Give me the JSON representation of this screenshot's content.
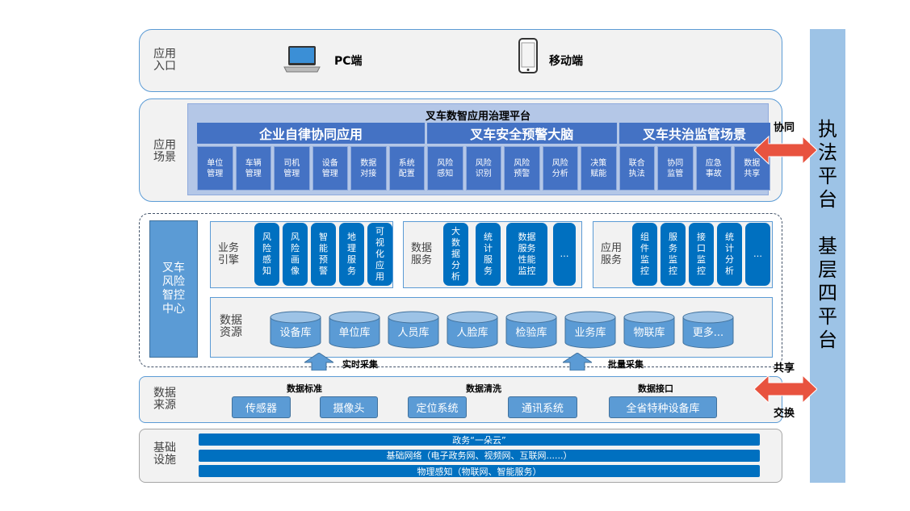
{
  "entry": {
    "label": "应用\n入口",
    "pc": "PC端",
    "mobile": "移动端"
  },
  "scene": {
    "label": "应用\n场景",
    "platform_title": "叉车数智应用治理平台",
    "groups": [
      {
        "title": "企业自律协同应用",
        "items": [
          "单位\n管理",
          "车辆\n管理",
          "司机\n管理",
          "设备\n管理",
          "数据\n对接",
          "系统\n配置"
        ]
      },
      {
        "title": "叉车安全预警大脑",
        "items": [
          "风险\n感知",
          "风险\n识别",
          "风险\n预警",
          "风险\n分析",
          "决策\n赋能"
        ]
      },
      {
        "title": "叉车共治监管场景",
        "items": [
          "联合\n执法",
          "协同\n监管",
          "应急\n事故",
          "数据\n共享"
        ]
      }
    ]
  },
  "center": {
    "label": "叉车\n风险\n智控\n中心",
    "panels": [
      {
        "label": "业务\n引擎",
        "items": [
          "风\n险\n感\n知",
          "风\n险\n画\n像",
          "智\n能\n预\n警",
          "地\n理\n服\n务",
          "可\n视\n化\n应\n用"
        ]
      },
      {
        "label": "数据\n服务",
        "items": [
          "大\n数\n据\n分\n析",
          "统\n计\n服\n务",
          "数据\n服务\n性能\n监控",
          "…"
        ]
      },
      {
        "label": "应用\n服务",
        "items": [
          "组\n件\n监\n控",
          "服\n务\n监\n控",
          "接\n口\n监\n控",
          "统\n计\n分\n析",
          "…"
        ]
      }
    ],
    "resources": {
      "label": "数据\n资源",
      "items": [
        "设备库",
        "单位库",
        "人员库",
        "人脸库",
        "检验库",
        "业务库",
        "物联库",
        "更多..."
      ]
    },
    "collect": [
      "实时采集",
      "批量采集"
    ]
  },
  "source": {
    "label": "数据\n来源",
    "headers": [
      "数据标准",
      "数据清洗",
      "数据接口"
    ],
    "items": [
      "传感器",
      "摄像头",
      "定位系统",
      "通讯系统",
      "全省特种设备库"
    ]
  },
  "infra": {
    "label": "基础\n设施",
    "bars": [
      "政务“一朵云”",
      "基础网络（电子政务网、视频网、互联网......）",
      "物理感知（物联网、智能服务）"
    ]
  },
  "side": {
    "text": "执\n法\n平\n台\n\n基\n层\n四\n平\n台",
    "arrow_labels": [
      "协同",
      "共享",
      "交换"
    ]
  },
  "colors": {
    "blue": "#4472c4",
    "deep": "#0070c0",
    "light": "#5b9bd5",
    "side": "#9dc3e6",
    "arrow": "#e8533f"
  }
}
